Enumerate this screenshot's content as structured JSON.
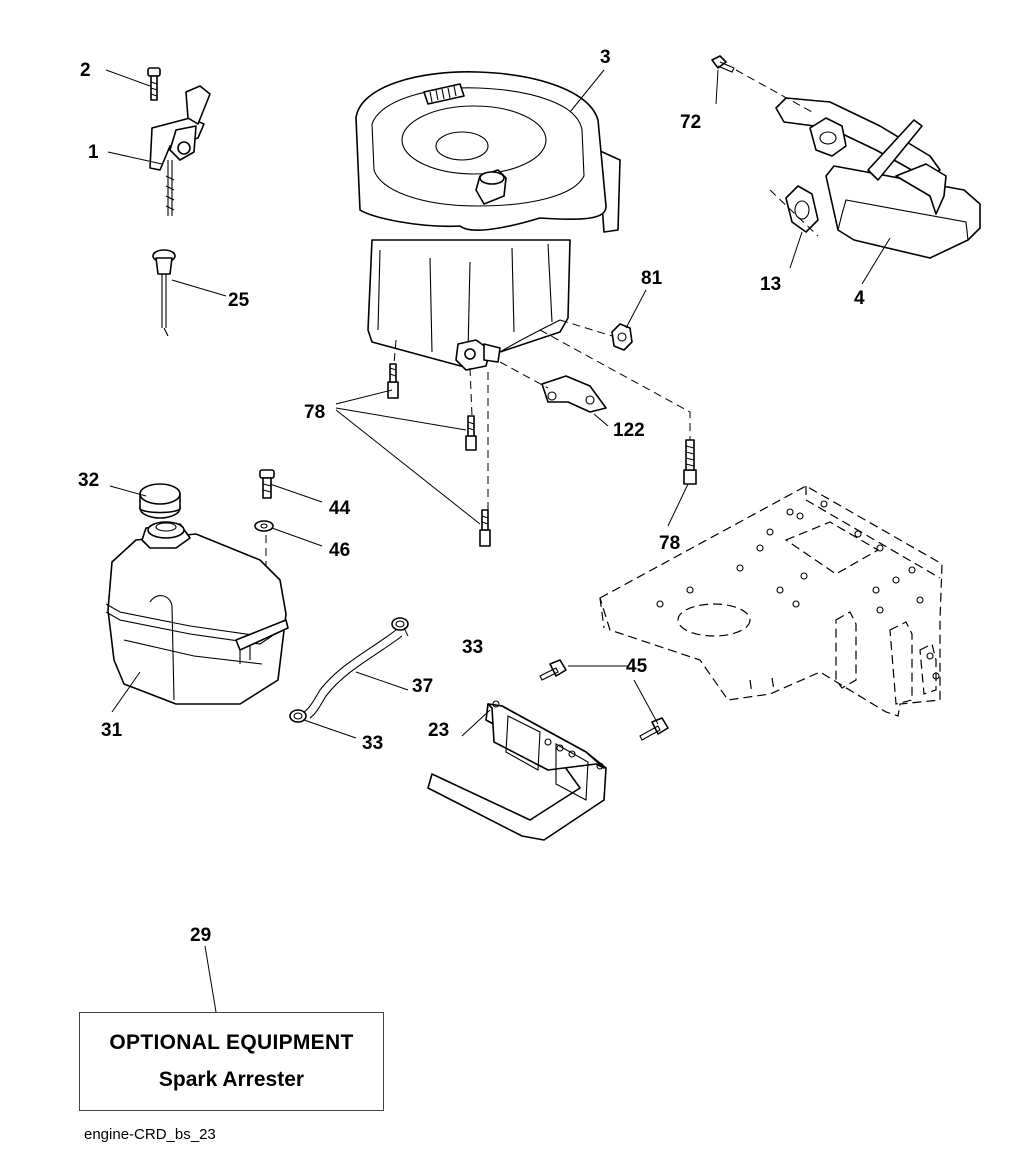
{
  "callouts": {
    "c1": "1",
    "c2": "2",
    "c3": "3",
    "c4": "4",
    "c13": "13",
    "c23": "23",
    "c25": "25",
    "c29": "29",
    "c31": "31",
    "c32": "32",
    "c33a": "33",
    "c33b": "33",
    "c37": "37",
    "c44": "44",
    "c45": "45",
    "c46": "46",
    "c72": "72",
    "c78a": "78",
    "c78b": "78",
    "c81": "81",
    "c122": "122"
  },
  "optional_box": {
    "title": "OPTIONAL EQUIPMENT",
    "subtitle": "Spark Arrester"
  },
  "figure_id": "engine-CRD_bs_23"
}
